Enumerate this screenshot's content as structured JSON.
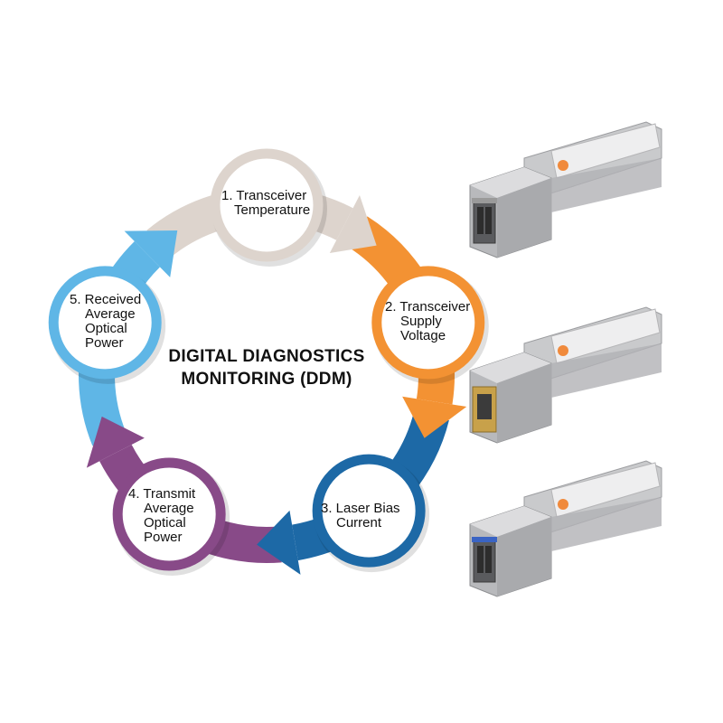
{
  "title": {
    "line1": "DIGITAL DIAGNOSTICS",
    "line2": "MONITORING (DDM)"
  },
  "nodes": [
    {
      "lines": [
        "1. Transceiver",
        "Temperature"
      ],
      "color": "#ddd4cd"
    },
    {
      "lines": [
        "2. Transceiver",
        "Supply",
        "Voltage"
      ],
      "color": "#f39233"
    },
    {
      "lines": [
        "3. Laser Bias",
        "Current"
      ],
      "color": "#1d69a6"
    },
    {
      "lines": [
        "4. Transmit",
        "Average",
        "Optical",
        "Power"
      ],
      "color": "#884a88"
    },
    {
      "lines": [
        "5. Received",
        "Average",
        "Optical",
        "Power"
      ],
      "color": "#5fb6e6"
    }
  ],
  "products": [
    {
      "type": "fiber-sfp-duplex-lc",
      "latch_color": "#9a9a9a"
    },
    {
      "type": "copper-sfp-rj45",
      "latch_color": "#c8a14a"
    },
    {
      "type": "fiber-sfp-duplex-lc",
      "latch_color": "#3a64c4"
    }
  ]
}
